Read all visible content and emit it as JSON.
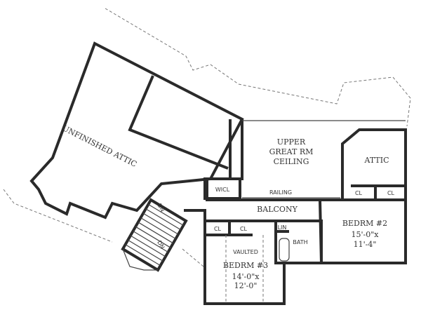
{
  "rooms": {
    "unfinished_attic": "UNFINISHED ATTIC",
    "great_room": [
      "UPPER",
      "GREAT RM",
      "CEILING"
    ],
    "attic": "ATTIC",
    "wicl": "WICL",
    "railing": "RAILING",
    "balcony": "BALCONY",
    "closet": "CL",
    "linen": "LIN",
    "bath": "BATH",
    "bedroom2": {
      "name": "BEDRM #2",
      "dims": [
        "15'-0\"x",
        "11'-4\""
      ]
    },
    "bedroom3": {
      "vaulted": "VAULTED",
      "name": "BEDRM #3",
      "dims": [
        "14'-0\"x",
        "12'-0\""
      ]
    },
    "stair_down": "DN"
  }
}
